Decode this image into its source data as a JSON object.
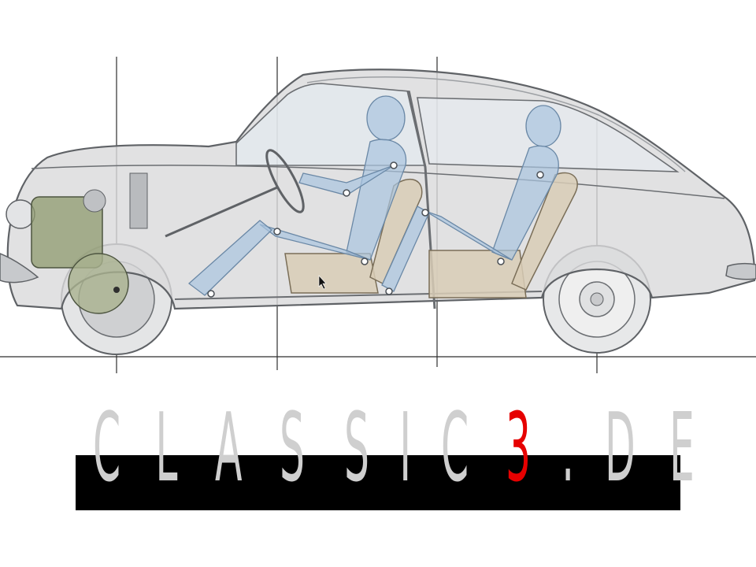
{
  "logo": {
    "letters": [
      "C",
      "L",
      "A",
      "S",
      "S",
      "I",
      "C",
      "3",
      ".",
      "D",
      "E"
    ],
    "highlight_index": 7
  },
  "colors": {
    "logo_letter": "#cfcfcf",
    "logo_highlight": "#e60000",
    "logo_bar": "#000000",
    "car_body": "#d9dadb",
    "car_outline": "#5f6266",
    "occupant": "#a9c4df",
    "seat": "#d8cdb6",
    "engine": "#8d9a6e",
    "guide_line": "#2f2f2f"
  },
  "icons": {
    "cursor": "mouse-cursor-icon"
  }
}
